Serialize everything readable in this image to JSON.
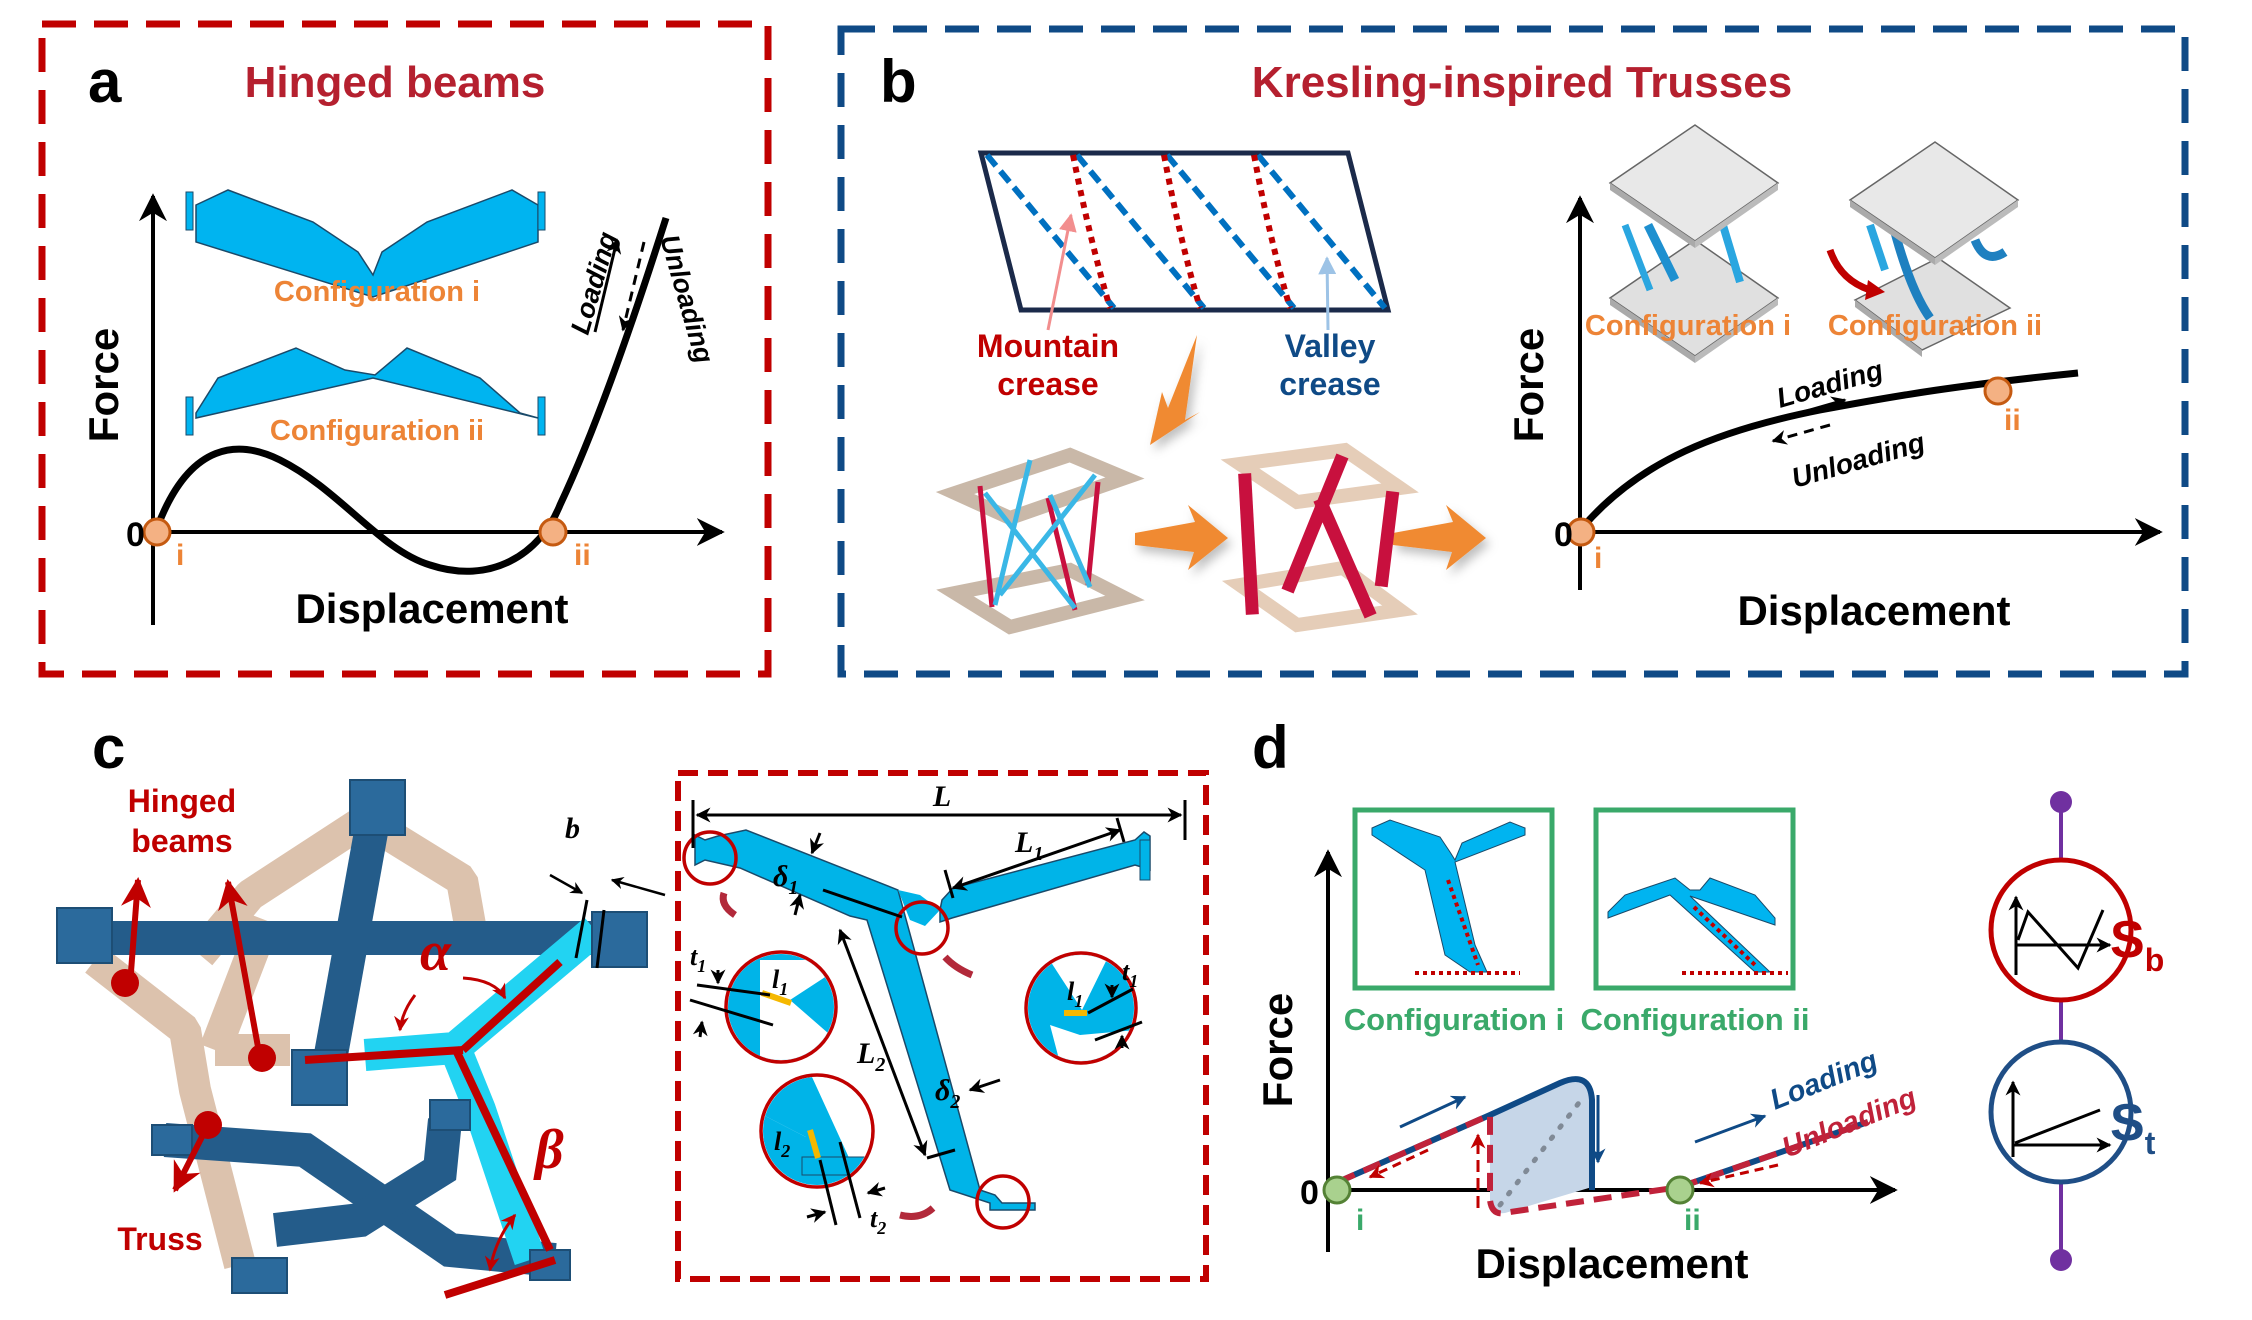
{
  "colors": {
    "panel_a_border": "#c00000",
    "panel_b_border": "#0f4a86",
    "title": "#b5202f",
    "config_orange": "#ed8436",
    "point_fill_orange": "#f4b183",
    "point_stroke_orange": "#c55a11",
    "config_green": "#3aa96a",
    "point_fill_green": "#a9d18e",
    "point_stroke_green": "#548235",
    "beam_blue": "#00b4f0",
    "mountain_red": "#c00000",
    "valley_blue": "#0070c0",
    "arrow_orange": "#f08a30",
    "truss_red": "#c8103e",
    "truss_blue": "#3ab7e6",
    "frame_beige": "#d9c7b6",
    "dark_blue": "#1f5a8a",
    "cyan_beam": "#28d0f0",
    "connector_purple": "#7030a0",
    "loading_blue": "#0f4a86",
    "unloading_red": "#c0223a",
    "hysteresis_fill": "#c6d6e8"
  },
  "panel_a": {
    "letter": "a",
    "title": "Hinged beams",
    "config_i": "Configuration i",
    "config_ii": "Configuration ii",
    "loading": "Loading",
    "unloading": "Unloading",
    "y_label": "Force",
    "x_label": "Displacement",
    "zero": "0",
    "point_i": "i",
    "point_ii": "ii"
  },
  "panel_b": {
    "letter": "b",
    "title": "Kresling-inspired Trusses",
    "mountain_line1": "Mountain",
    "mountain_line2": "crease",
    "valley_line1": "Valley",
    "valley_line2": "crease",
    "config_i": "Configuration i",
    "config_ii": "Configuration ii",
    "loading": "Loading",
    "unloading": "Unloading",
    "y_label": "Force",
    "x_label": "Displacement",
    "zero": "0",
    "point_i": "i",
    "point_ii": "ii"
  },
  "panel_c": {
    "letter": "c",
    "hinged_line1": "Hinged",
    "hinged_line2": "beams",
    "truss": "Truss",
    "alpha": "α",
    "beta": "β",
    "b": "b",
    "detail": {
      "L": "L",
      "L1": "L",
      "L1_sub": "1",
      "L2": "L",
      "L2_sub": "2",
      "delta1": "δ",
      "delta1_sub": "1",
      "delta2": "δ",
      "delta2_sub": "2",
      "t1": "t",
      "t1_sub": "1",
      "t2": "t",
      "t2_sub": "2",
      "l1": "l",
      "l1_sub": "1",
      "l2": "l",
      "l2_sub": "2"
    }
  },
  "panel_d": {
    "letter": "d",
    "config_i": "Configuration i",
    "config_ii": "Configuration ii",
    "loading": "Loading",
    "unloading": "Unloading",
    "y_label": "Force",
    "x_label": "Displacement",
    "zero": "0",
    "point_i": "i",
    "point_ii": "ii",
    "sb": "S",
    "sb_sub": "b",
    "st": "S",
    "st_sub": "t"
  }
}
